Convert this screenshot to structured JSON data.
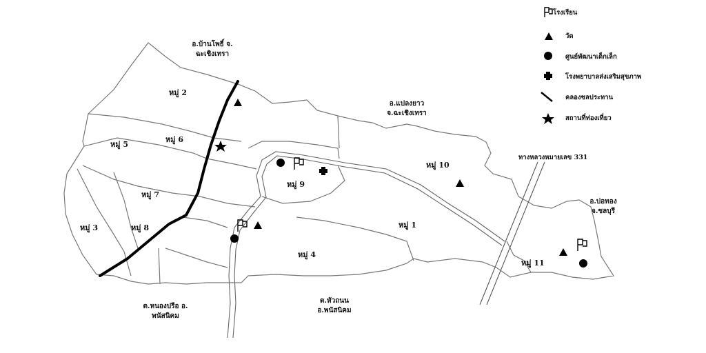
{
  "legend": {
    "school": "โรงเรียน",
    "temple": "วัด",
    "child_center": "ศูนย์พัฒนาเด็กเล็ก",
    "health_hospital": "โรงพยาบาลส่งเสริมสุขภาพ",
    "irrigation_canal": "คลองชลประทาน",
    "tourist_site": "สถานที่ท่องเที่ยว"
  },
  "villages": {
    "m1": "หมู่ 1",
    "m2": "หมู่ 2",
    "m3": "หมู่ 3",
    "m4": "หมู่ 4",
    "m5": "หมู่ 5",
    "m6": "หมู่ 6",
    "m7": "หมู่ 7",
    "m8": "หมู่ 8",
    "m9": "หมู่ 9",
    "m10": "หมู่ 10",
    "m11": "หมู่ 11"
  },
  "neighbors": {
    "north_1": "อ.บ้านโพธิ์    จ.",
    "north_2": "ฉะเชิงเทรา",
    "ne_1": "อ.แปลงยาว",
    "ne_2": "จ.ฉะเชิงเทรา",
    "east_1": "อ.บ่อทอง",
    "east_2": "จ.ชลบุรี",
    "sw_1": "ต.หนองปรือ    อ.",
    "sw_2": "พนัสนิคม",
    "south_1": "ต.หัวถนน",
    "south_2": "อ.พนัสนิคม"
  },
  "road_label": "ทางหลวงหมายเลข  331"
}
